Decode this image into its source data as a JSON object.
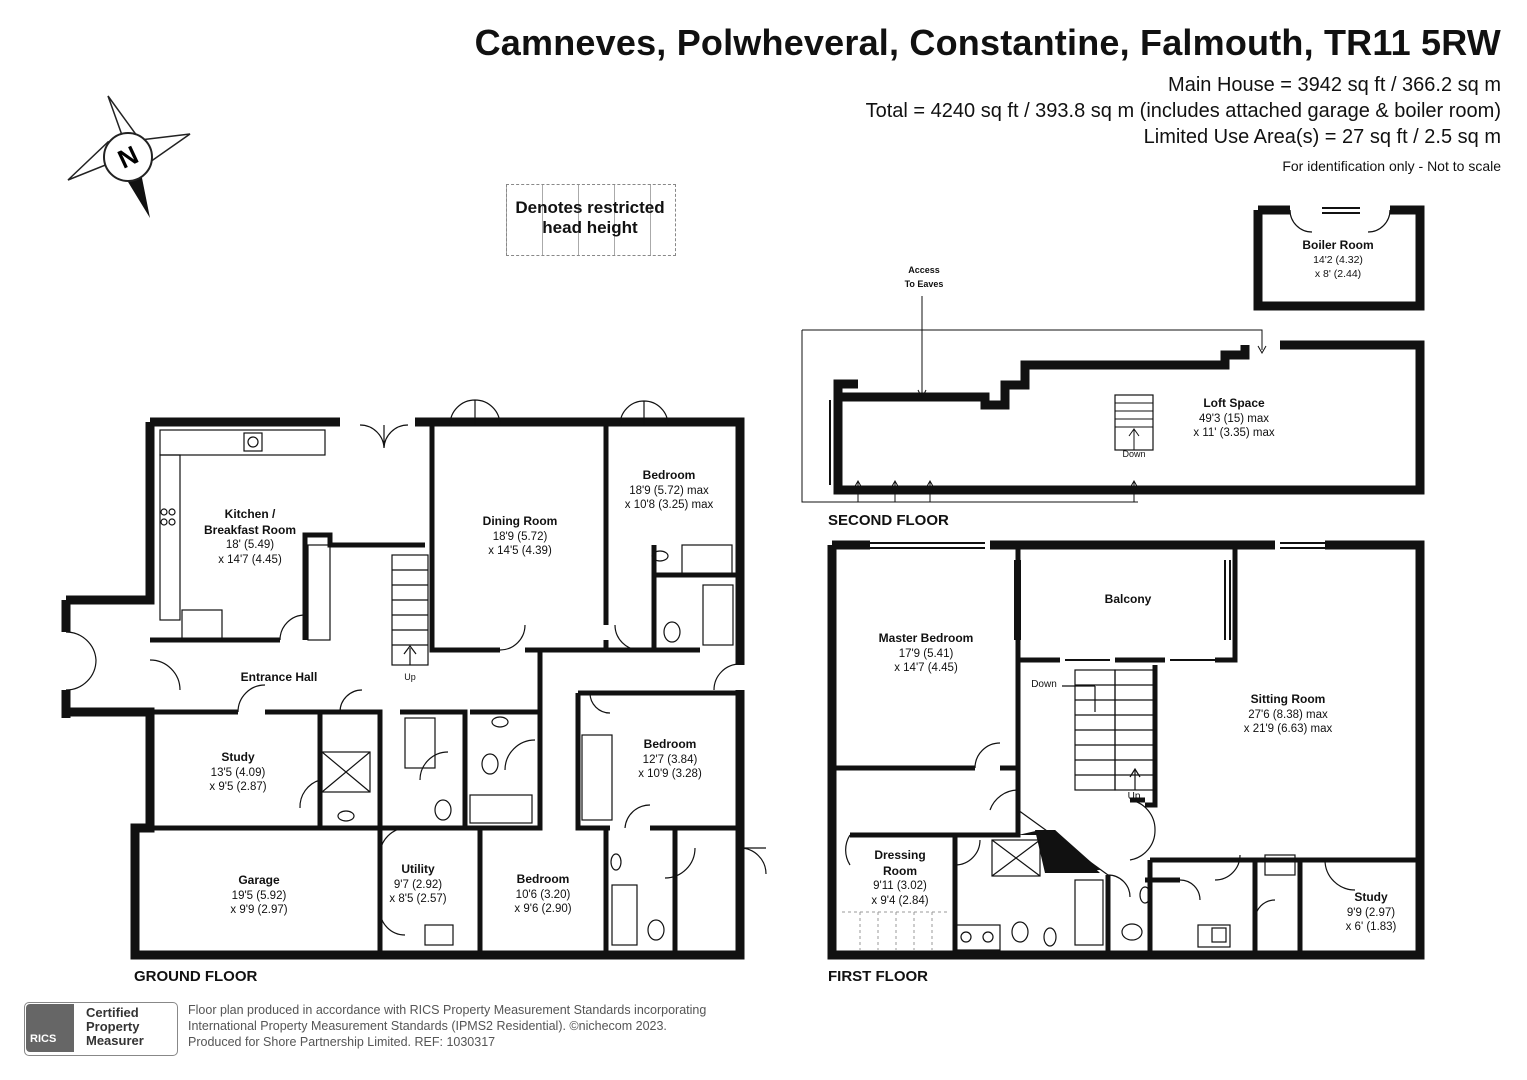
{
  "header": {
    "title": "Camneves, Polwheveral, Constantine, Falmouth, TR11 5RW",
    "main_house": "Main House = 3942 sq ft / 366.2 sq m",
    "total": "Total = 4240 sq ft / 393.8 sq m (includes attached garage & boiler room)",
    "limited_use": "Limited Use Area(s) = 27 sq ft / 2.5 sq m",
    "identification": "For identification only - Not to scale"
  },
  "compass": {
    "label": "N",
    "icon": "north-compass-icon"
  },
  "legend": {
    "line1": "Denotes restricted",
    "line2": "head height"
  },
  "floors": {
    "ground": "GROUND FLOOR",
    "first": "FIRST FLOOR",
    "second": "SECOND FLOOR"
  },
  "rooms": {
    "kitchen": {
      "name1": "Kitchen /",
      "name2": "Breakfast Room",
      "dim1": "18' (5.49)",
      "dim2": "x 14'7 (4.45)"
    },
    "dining": {
      "name": "Dining Room",
      "dim1": "18'9 (5.72)",
      "dim2": "x 14'5 (4.39)"
    },
    "bedroom_gf_top": {
      "name": "Bedroom",
      "dim1": "18'9 (5.72) max",
      "dim2": "x 10'8 (3.25) max"
    },
    "entrance_hall": {
      "name": "Entrance Hall"
    },
    "study_gf": {
      "name": "Study",
      "dim1": "13'5 (4.09)",
      "dim2": "x 9'5 (2.87)"
    },
    "bedroom_gf_mid": {
      "name": "Bedroom",
      "dim1": "12'7 (3.84)",
      "dim2": "x 10'9 (3.28)"
    },
    "garage": {
      "name": "Garage",
      "dim1": "19'5 (5.92)",
      "dim2": "x 9'9 (2.97)"
    },
    "utility": {
      "name": "Utility",
      "dim1": "9'7 (2.92)",
      "dim2": "x 8'5 (2.57)"
    },
    "bedroom_gf_bottom": {
      "name": "Bedroom",
      "dim1": "10'6 (3.20)",
      "dim2": "x 9'6 (2.90)"
    },
    "boiler": {
      "name": "Boiler Room",
      "dim1": "14'2 (4.32)",
      "dim2": "x 8' (2.44)"
    },
    "loft": {
      "name": "Loft Space",
      "dim1": "49'3 (15) max",
      "dim2": "x 11' (3.35) max"
    },
    "master": {
      "name": "Master Bedroom",
      "dim1": "17'9 (5.41)",
      "dim2": "x 14'7 (4.45)"
    },
    "balcony": {
      "name": "Balcony"
    },
    "sitting": {
      "name": "Sitting Room",
      "dim1": "27'6 (8.38) max",
      "dim2": "x 21'9 (6.63) max"
    },
    "dressing": {
      "name1": "Dressing",
      "name2": "Room",
      "dim1": "9'11 (3.02)",
      "dim2": "x 9'4 (2.84)"
    },
    "study_ff": {
      "name": "Study",
      "dim1": "9'9 (2.97)",
      "dim2": "x 6' (1.83)"
    }
  },
  "annotations": {
    "up_gf": "Up",
    "access1": "Access",
    "access2": "To Eaves",
    "down_loft": "Down",
    "down_ff": "Down",
    "up_ff": "Up"
  },
  "footer": {
    "line1": "Floor plan produced in accordance with RICS Property Measurement Standards incorporating",
    "line2": "International Property Measurement Standards (IPMS2 Residential).  ©nichecom 2023.",
    "line3": "Produced for Shore Partnership Limited.   REF:  1030317",
    "rics": "RICS",
    "cert1": "Certified",
    "cert2": "Property",
    "cert3": "Measurer"
  }
}
